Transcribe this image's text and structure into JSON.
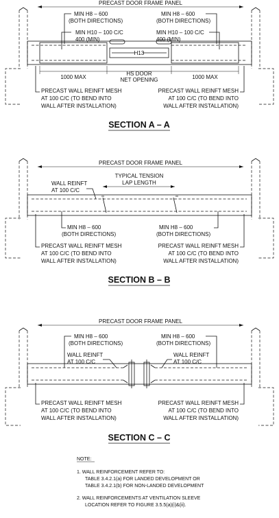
{
  "sectionA": {
    "panel_label": "PRECAST DOOR FRAME PANEL",
    "min_h8_left": "MIN H8 – 600",
    "both_dir_left": "(BOTH DIRECTIONS)",
    "min_h10_left": "MIN H10 – 100 C/C",
    "min_400_left": "400 (MIN)",
    "min_h8_right": "MIN H8 – 600",
    "both_dir_right": "(BOTH DIRECTIONS)",
    "min_h10_right": "MIN H10 – 100 C/C",
    "min_400_right": "400 (MIN)",
    "h13": "H13",
    "dim_left": "1000 MAX",
    "dim_mid_1": "HS DOOR",
    "dim_mid_2": "NET OPENING",
    "dim_right": "1000 MAX",
    "mesh_left_1": "PRECAST WALL REINFT MESH",
    "mesh_left_2": "AT 100 C/C (TO BEND INTO",
    "mesh_left_3": "WALL AFTER INSTALLATION)",
    "mesh_right_1": "PRECAST WALL REINFT MESH",
    "mesh_right_2": "AT 100 C/C (TO BEND INTO",
    "mesh_right_3": "WALL AFTER INSTALLATION)",
    "title": "SECTION A – A"
  },
  "sectionB": {
    "panel_label": "PRECAST DOOR FRAME PANEL",
    "wall_reinft_1": "WALL REINFT",
    "wall_reinft_2": "AT 100 C/C",
    "typical_1": "TYPICAL TENSION",
    "typical_2": "LAP LENGTH",
    "min_h8_left": "MIN H8 – 600",
    "both_dir_left": "(BOTH DIRECTIONS)",
    "min_h8_right": "MIN H8 – 600",
    "both_dir_right": "(BOTH DIRECTIONS)",
    "mesh_left_1": "PRECAST WALL REINFT MESH",
    "mesh_left_2": "AT 100 C/C (TO BEND INTO",
    "mesh_left_3": "WALL AFTER INSTALLATION)",
    "mesh_right_1": "PRECAST WALL REINFT MESH",
    "mesh_right_2": "AT 100 C/C (TO BEND INTO",
    "mesh_right_3": "WALL AFTER INSTALLATION)",
    "title": "SECTION B – B"
  },
  "sectionC": {
    "panel_label": "PRECAST DOOR FRAME PANEL",
    "min_h8_left": "MIN H8 – 600",
    "both_dir_left": "(BOTH DIRECTIONS)",
    "min_h8_right": "MIN H8 – 600",
    "both_dir_right": "(BOTH DIRECTIONS)",
    "wall_reinft_left_1": "WALL REINFT",
    "wall_reinft_left_2": "AT 100 C/C",
    "wall_reinft_right_1": "WALL REINFT",
    "wall_reinft_right_2": "AT 100 C/C",
    "mesh_left_1": "PRECAST WALL REINFT MESH",
    "mesh_left_2": "AT 100 C/C (TO BEND INTO",
    "mesh_left_3": "WALL AFTER INSTALLATION)",
    "mesh_right_1": "PRECAST WALL REINFT MESH",
    "mesh_right_2": "AT 100 C/C (TO BEND INTO",
    "mesh_right_3": "WALL AFTER INSTALLATION)",
    "title": "SECTION C – C"
  },
  "notes": {
    "heading": "NOTE:",
    "n1_a": "1. WALL REINFORCEMENT REFER TO:",
    "n1_b": "TABLE 3.4.2.1(a) FOR LANDED DEVELOPMENT OR",
    "n1_c": "TABLE 3.4.2.1(b) FOR NON-LANDED DEVELOPMENT",
    "n2_a": "2. WALL REINFORCEMENTS AT VENTILATION SLEEVE",
    "n2_b": "LOCATION REFER TO FIGURE 3.5.5(a)(i)&(ii)."
  }
}
